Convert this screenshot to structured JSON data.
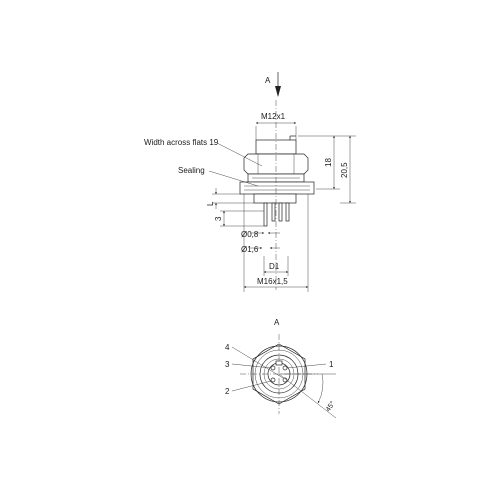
{
  "side_view": {
    "view_arrow_label": "A",
    "thread_top": "M12x1",
    "callout_flats": "Width across flats 19",
    "callout_sealing": "Sealing",
    "dim_18": "18",
    "dim_20_5": "20,5",
    "dim_L": "L",
    "dim_3": "3",
    "dim_d08": "Ø0,8",
    "dim_d16": "Ø1,6",
    "dim_D1": "D1",
    "thread_bottom": "M16x1,5"
  },
  "front_view": {
    "view_label": "A",
    "pin_1": "1",
    "pin_2": "2",
    "pin_3": "3",
    "pin_4": "4",
    "angle": "45°"
  }
}
